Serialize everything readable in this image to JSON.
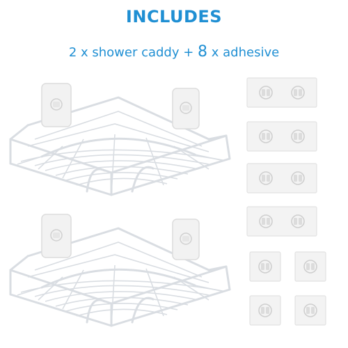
{
  "header": {
    "title": "INCLUDES",
    "subtitle_prefix": "2 x shower caddy + ",
    "subtitle_number": "8",
    "subtitle_suffix": " x adhesive"
  },
  "colors": {
    "title": "#1f8fd3",
    "subtitle": "#1f8fd3",
    "wire": "#d9dde2",
    "adhesive_fill": "#f3f3f3",
    "adhesive_edge": "#e2e2e2"
  },
  "contents": {
    "shower_caddy_count": 2,
    "adhesive_count": 8,
    "adhesive_large_count": 4,
    "adhesive_small_count": 4
  }
}
